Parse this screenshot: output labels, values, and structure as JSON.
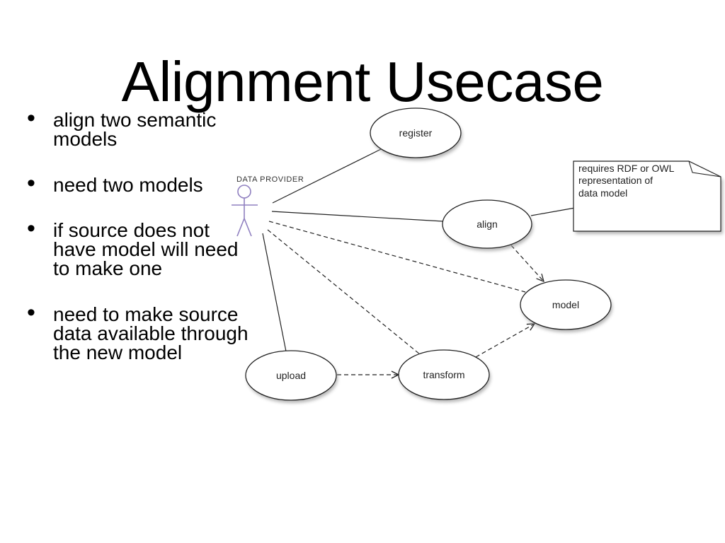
{
  "slide": {
    "title": "Alignment Usecase",
    "bullets": [
      {
        "lines": [
          "align two semantic",
          "models"
        ]
      },
      {
        "lines": [
          "need two models"
        ]
      },
      {
        "lines": [
          "if source does not",
          "have model will need",
          "to make one"
        ]
      },
      {
        "lines": [
          "need to make source",
          "data available through",
          "the new model"
        ]
      }
    ]
  },
  "diagram": {
    "actor_label": "DATA PROVIDER",
    "use_cases": {
      "register": "register",
      "align": "align",
      "model": "model",
      "upload": "upload",
      "transform": "transform"
    },
    "note": {
      "lines": [
        "requires RDF or OWL",
        "representation of",
        "data model"
      ]
    },
    "colors": {
      "actor": "#9080c0",
      "stroke": "#222222",
      "shadow": "#9a9a9a"
    }
  }
}
